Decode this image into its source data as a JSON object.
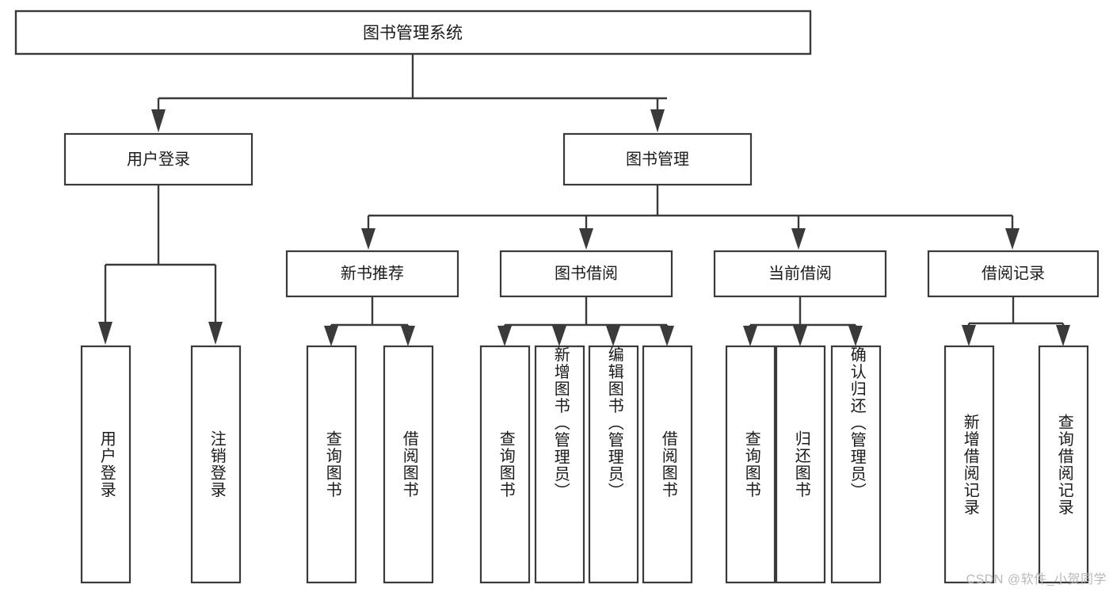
{
  "diagram": {
    "title": "图书管理系统",
    "type": "hierarchy-tree",
    "watermark": "CSDN @软件_小贺同学",
    "colors": {
      "box_stroke": "#3a3a3a",
      "box_fill": "#ffffff",
      "text": "#1a1a1a",
      "connector": "#3a3a3a",
      "background": "#ffffff",
      "watermark": "#b9b9b9"
    },
    "root": {
      "label": "图书管理系统"
    },
    "level2": [
      {
        "label": "用户登录"
      },
      {
        "label": "图书管理"
      }
    ],
    "level3": [
      {
        "label": "新书推荐"
      },
      {
        "label": "图书借阅"
      },
      {
        "label": "当前借阅"
      },
      {
        "label": "借阅记录"
      }
    ],
    "leaves": {
      "user_login": [
        {
          "label": "用户登录"
        },
        {
          "label": "注销登录"
        }
      ],
      "new_book_recommend": [
        {
          "label": "查询图书"
        },
        {
          "label": "借阅图书"
        }
      ],
      "book_borrow": [
        {
          "label": "查询图书"
        },
        {
          "label": "新增图书（管理员）"
        },
        {
          "label": "编辑图书（管理员）"
        },
        {
          "label": "借阅图书"
        }
      ],
      "current_borrow": [
        {
          "label": "查询图书"
        },
        {
          "label": "归还图书"
        },
        {
          "label": "确认归还（管理员）"
        }
      ],
      "borrow_record": [
        {
          "label": "新增借阅记录"
        },
        {
          "label": "查询借阅记录"
        }
      ]
    }
  }
}
